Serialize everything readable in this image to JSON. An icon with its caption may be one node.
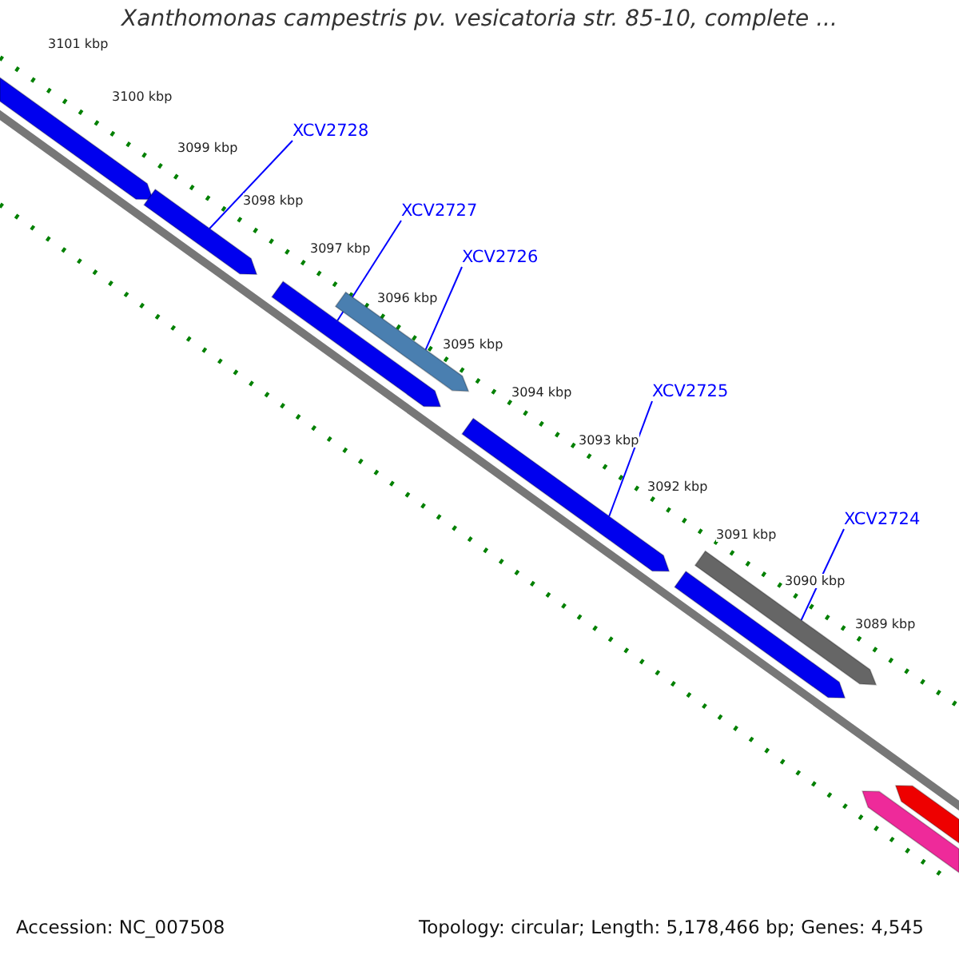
{
  "diagram": {
    "title": "Xanthomonas campestris pv. vesicatoria str. 85-10, complete ...",
    "nodes": [
      {
        "text": [
          "XCV2728"
        ]
      },
      {
        "text": [
          "XCV2727"
        ]
      },
      {
        "text": [
          "XCV2726"
        ]
      },
      {
        "text": [
          "XCV2725"
        ]
      },
      {
        "text": [
          "XCV2724"
        ]
      },
      {
        "text": [],
        "shape": "bar"
      },
      {
        "text": [],
        "shape": "bar"
      },
      {
        "text": [],
        "shape": "bar"
      },
      {
        "text": [],
        "shape": "bar"
      },
      {
        "text": [],
        "shape": "bar"
      },
      {
        "text": [],
        "shape": "bar"
      },
      {
        "text": [],
        "shape": "bar"
      },
      {
        "text": [],
        "shape": "bar"
      },
      {
        "text": [],
        "shape": "bar"
      }
    ],
    "edges": [
      {
        "from": 0,
        "to": 6,
        "arrow": "none"
      },
      {
        "from": 1,
        "to": 7,
        "arrow": "none"
      },
      {
        "from": 2,
        "to": 8,
        "arrow": "none"
      },
      {
        "from": 3,
        "to": 9,
        "arrow": "none"
      },
      {
        "from": 4,
        "to": 11,
        "arrow": "none"
      }
    ],
    "labels": [
      "3101 kbp",
      "3100 kbp",
      "3099 kbp",
      "3098 kbp",
      "3097 kbp",
      "3096 kbp",
      "3095 kbp",
      "3094 kbp",
      "3093 kbp",
      "3092 kbp",
      "3091 kbp",
      "3090 kbp",
      "3089 kbp",
      "Accession: NC_007508",
      "Topology: circular; Length: 5,178,466 bp; Genes: 4,545"
    ]
  }
}
